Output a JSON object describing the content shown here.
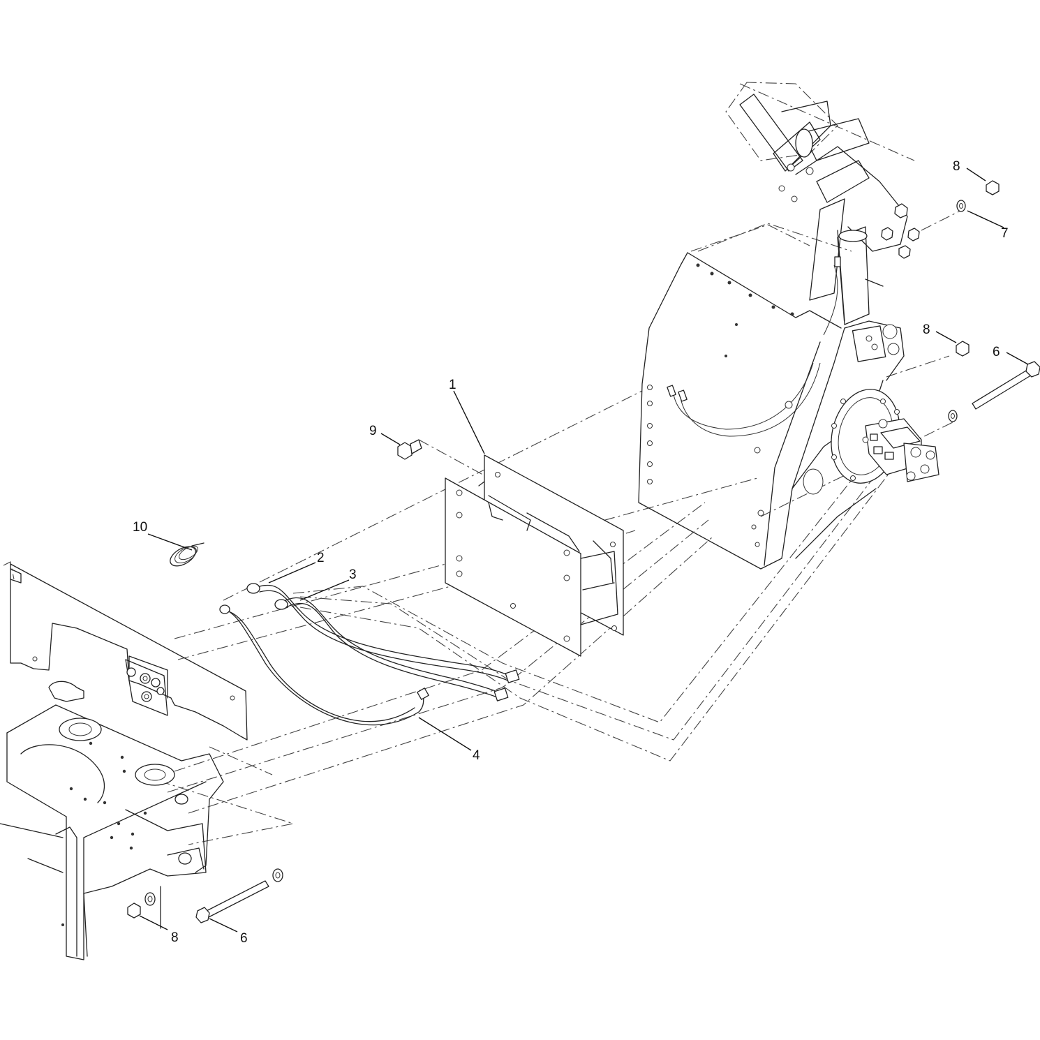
{
  "diagram": {
    "type": "exploded-parts-diagram",
    "callouts": [
      {
        "id": "c1",
        "label": "1"
      },
      {
        "id": "c2",
        "label": "2"
      },
      {
        "id": "c3",
        "label": "3"
      },
      {
        "id": "c4",
        "label": "4"
      },
      {
        "id": "c6a",
        "label": "6"
      },
      {
        "id": "c6b",
        "label": "6"
      },
      {
        "id": "c7",
        "label": "7"
      },
      {
        "id": "c8a",
        "label": "8"
      },
      {
        "id": "c8b",
        "label": "8"
      },
      {
        "id": "c8c",
        "label": "8"
      },
      {
        "id": "c9",
        "label": "9"
      },
      {
        "id": "c10",
        "label": "10"
      }
    ]
  }
}
